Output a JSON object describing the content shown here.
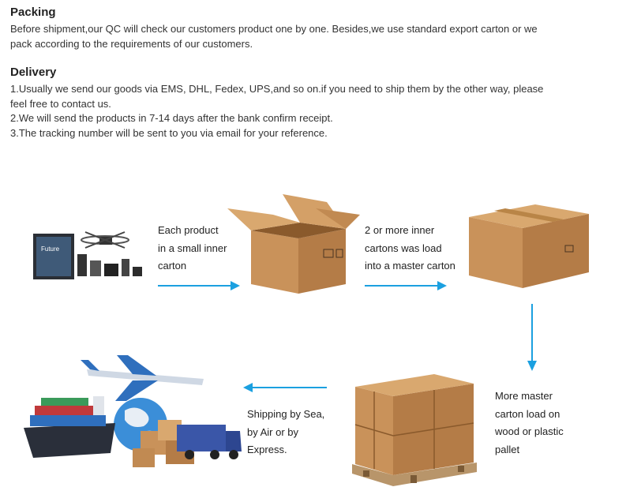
{
  "packing": {
    "title": "Packing",
    "lines": [
      "Before shipment,our QC will check our customers product one by one. Besides,we use standard export carton or we",
      "pack according to the requirements of our customers."
    ]
  },
  "delivery": {
    "title": "Delivery",
    "lines": [
      "1.Usually we send our goods via EMS, DHL, Fedex, UPS,and so on.if you need to ship them by the other way, please",
      "feel free to contact us.",
      "2.We will send the products in 7-14 days after the bank confirm receipt.",
      "3.The tracking number will be sent to you via email for your reference."
    ]
  },
  "flow": {
    "step1": [
      "Each product",
      "in a small inner",
      "carton"
    ],
    "step2": [
      "2 or more inner",
      "cartons was load",
      "into a master carton"
    ],
    "step3": [
      "More master",
      "carton load on",
      "wood or plastic",
      "pallet"
    ],
    "step4": [
      "Shipping by Sea,",
      "by Air or by",
      "Express."
    ]
  },
  "colors": {
    "arrow": "#1ba0e0",
    "carton": "#c9925a",
    "carton_dark": "#a86f3b"
  }
}
